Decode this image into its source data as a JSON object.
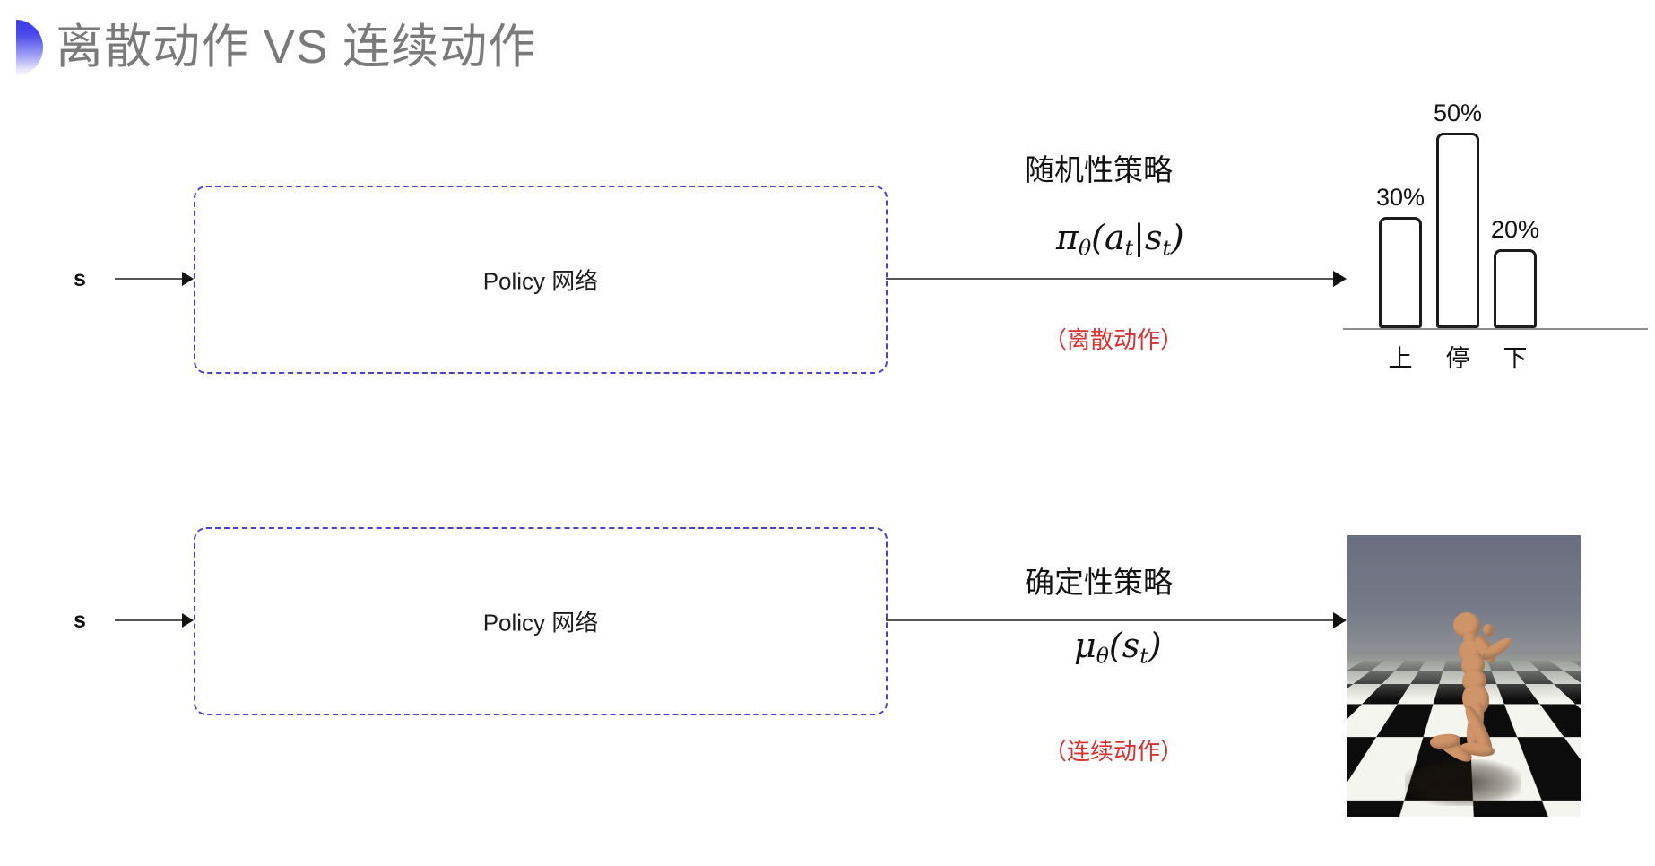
{
  "slide": {
    "title": "离散动作 VS 连续动作",
    "bullet_icon": "half-circle-bullet-icon",
    "accent_color": "#3a3ae8",
    "title_color": "#7a7a7a"
  },
  "rows": [
    {
      "id": "discrete",
      "state_label": "s",
      "box_label": "Policy 网络",
      "box_border_color": "#4a41cf",
      "policy_title": "随机性策略",
      "formula_plain": "πθ(at|st)",
      "formula_parts": {
        "symbol": "π",
        "sub1": "θ",
        "open": "(",
        "arg": "a",
        "sub2": "t",
        "bar": "|",
        "cond": "s",
        "sub3": "t",
        "close": ")"
      },
      "note": "（离散动作）",
      "note_color": "#d93030",
      "output_kind": "bar-chart"
    },
    {
      "id": "continuous",
      "state_label": "s",
      "box_label": "Policy 网络",
      "box_border_color": "#4a41cf",
      "policy_title": "确定性策略",
      "formula_plain": "μθ(st)",
      "formula_parts": {
        "symbol": "μ",
        "sub1": "θ",
        "open": "(",
        "arg": "s",
        "sub2": "t",
        "close": ")"
      },
      "note": "（连续动作）",
      "note_color": "#d93030",
      "output_kind": "humanoid-sim-image"
    }
  ],
  "chart_data": {
    "type": "bar",
    "categories": [
      "上",
      "停",
      "下"
    ],
    "values": [
      30,
      50,
      20
    ],
    "value_labels": [
      "30%",
      "50%",
      "20%"
    ],
    "title": "",
    "xlabel": "",
    "ylabel": "",
    "ylim": [
      0,
      55
    ],
    "grid": false,
    "legend": "none",
    "bar_fill": "#ffffff",
    "bar_stroke": "#1b1b1b"
  },
  "humanoid": {
    "caption": "",
    "description_icon": "humanoid-robot-icon"
  }
}
